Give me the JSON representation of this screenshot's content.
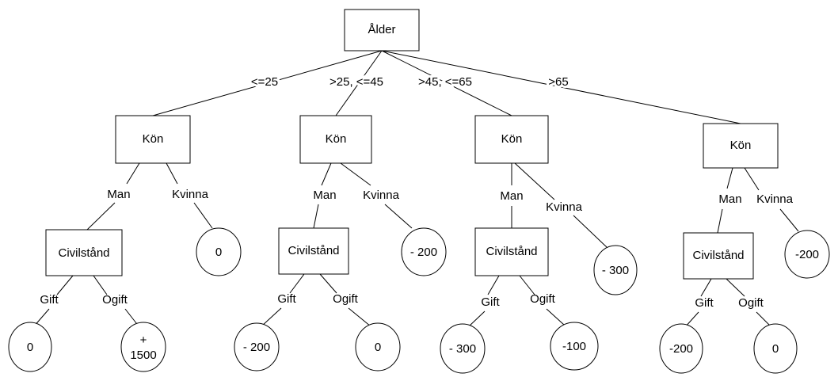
{
  "tree": {
    "root": {
      "label": "Ålder"
    },
    "branches": [
      {
        "edge_label": "<=25",
        "node": "Kön",
        "man_label": "Man",
        "kvinna_label": "Kvinna",
        "kvinna_value": "0",
        "civil_node": "Civilstånd",
        "gift_label": "Gift",
        "ogift_label": "Ogift",
        "gift_value": "0",
        "ogift_value_lines": [
          "+",
          "1500"
        ]
      },
      {
        "edge_label": ">25, <=45",
        "node": "Kön",
        "man_label": "Man",
        "kvinna_label": "Kvinna",
        "kvinna_value": "- 200",
        "civil_node": "Civilstånd",
        "gift_label": "Gift",
        "ogift_label": "Ogift",
        "gift_value": "- 200",
        "ogift_value_lines": [
          "0"
        ]
      },
      {
        "edge_label": ">45, <=65",
        "node": "Kön",
        "man_label": "Man",
        "kvinna_label": "Kvinna",
        "kvinna_value": "- 300",
        "civil_node": "Civilstånd",
        "gift_label": "Gift",
        "ogift_label": "Ogift",
        "gift_value": "- 300",
        "ogift_value_lines": [
          "-100"
        ]
      },
      {
        "edge_label": ">65",
        "node": "Kön",
        "man_label": "Man",
        "kvinna_label": "Kvinna",
        "kvinna_value": "-200",
        "civil_node": "Civilstånd",
        "gift_label": "Gift",
        "ogift_label": "Ogift",
        "gift_value": "-200",
        "ogift_value_lines": [
          "0"
        ]
      }
    ]
  }
}
